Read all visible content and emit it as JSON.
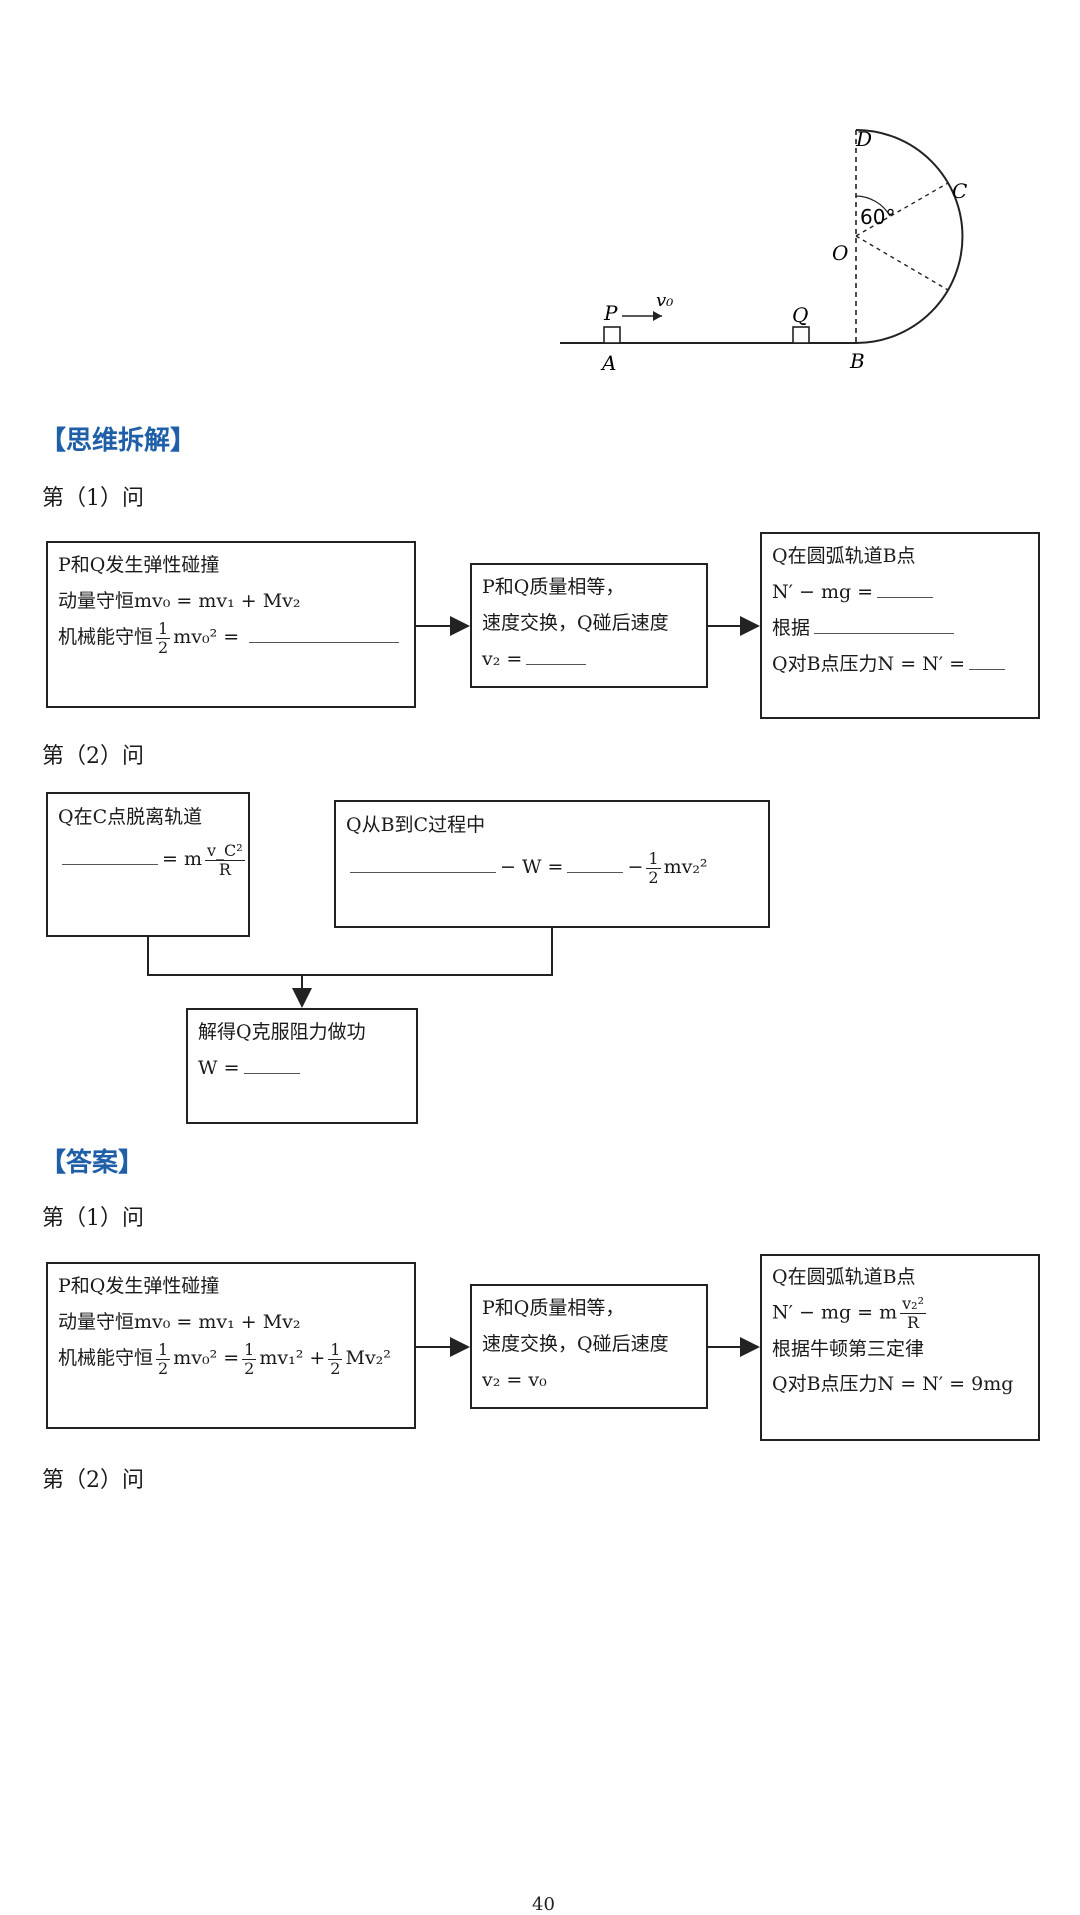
{
  "figure": {
    "labels": {
      "D": "D",
      "C": "C",
      "O": "O",
      "B": "B",
      "A": "A",
      "P": "P",
      "Q": "Q",
      "v0": "v₀",
      "angle": "60°"
    }
  },
  "sections": {
    "analysis_title": "【思维拆解】",
    "answer_title": "【答案】"
  },
  "questions": {
    "q1": "第（1）问",
    "q2": "第（2）问"
  },
  "analysis_q1": {
    "box1": {
      "line1": "P和Q发生弹性碰撞",
      "line2": "动量守恒mv₀ = mv₁ + Mv₂",
      "line3_prefix": "机械能守恒",
      "line3_expr": "mv₀² ="
    },
    "box2": {
      "line1": "P和Q质量相等，",
      "line2": "速度交换，Q碰后速度",
      "line3": "v₂ ="
    },
    "box3": {
      "line1": "Q在圆弧轨道B点",
      "line2": "N′ − mg =",
      "line3": "根据",
      "line4": "Q对B点压力N = N′ ="
    }
  },
  "analysis_q2": {
    "box1": {
      "line1": "Q在C点脱离轨道",
      "line2": "= m",
      "frac_num": "v_C²",
      "frac_den": "R"
    },
    "box2": {
      "line1": "Q从B到C过程中",
      "line2_mid": "− W =",
      "line2_end": "−",
      "line2_tail": "mv₂²"
    },
    "box3": {
      "line1": "解得Q克服阻力做功",
      "line2": "W ="
    }
  },
  "answer_q1": {
    "box1": {
      "line1": "P和Q发生弹性碰撞",
      "line2": "动量守恒mv₀ = mv₁ + Mv₂",
      "line3_prefix": "机械能守恒",
      "t1": "mv₀² =",
      "t2": "mv₁² +",
      "t3": "Mv₂²"
    },
    "box2": {
      "line1": "P和Q质量相等，",
      "line2": "速度交换，Q碰后速度",
      "line3": "v₂ = v₀"
    },
    "box3": {
      "line1": "Q在圆弧轨道B点",
      "line2": "N′ − mg = m",
      "frac_num": "v₂²",
      "frac_den": "R",
      "line3": "根据牛顿第三定律",
      "line4": "Q对B点压力N = N′ = 9mg"
    }
  },
  "fraction": {
    "one": "1",
    "two": "2"
  },
  "page_number": "40"
}
